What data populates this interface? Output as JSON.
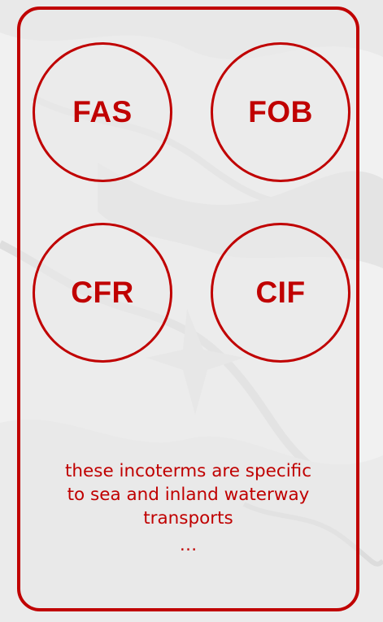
{
  "card": {
    "circles": [
      {
        "id": "fas",
        "label": "FAS"
      },
      {
        "id": "fob",
        "label": "FOB"
      },
      {
        "id": "cfr",
        "label": "CFR"
      },
      {
        "id": "cif",
        "label": "CIF"
      }
    ],
    "caption_lines": [
      "these incoterms are specific",
      "to sea and inland waterway",
      "transports"
    ],
    "ellipsis": "…"
  },
  "colors": {
    "accent": "#c00000",
    "background": "#f1f1f1"
  }
}
